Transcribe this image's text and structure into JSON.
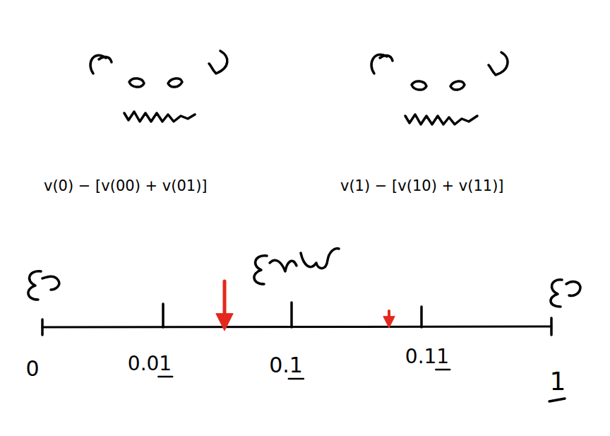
{
  "diagram": {
    "labels": [
      "v(0) − [v(00) + v(01)]",
      "v(1) − [v(10) + v(11)]",
      "0",
      "0.01",
      "0.1",
      "0.11",
      "1"
    ]
  }
}
